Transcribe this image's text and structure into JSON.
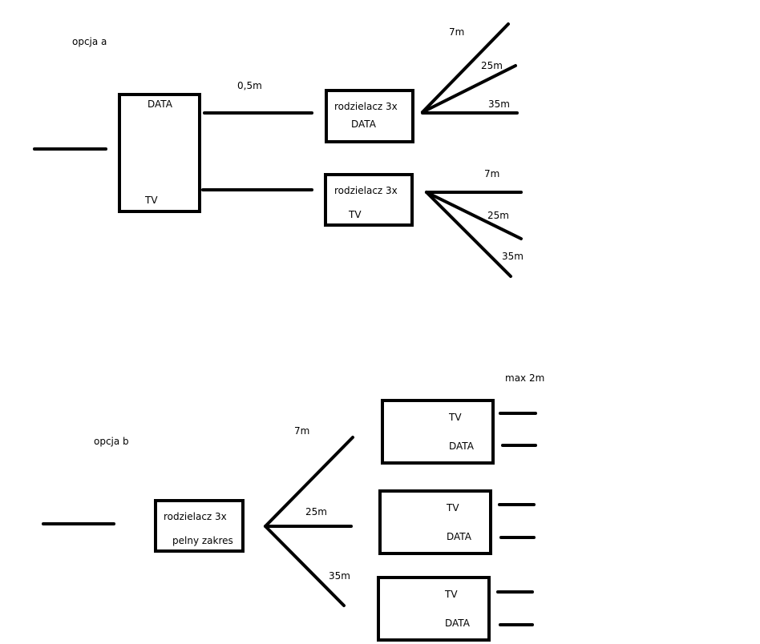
{
  "option_a": {
    "title": "opcja a",
    "main_box": {
      "top_label": "DATA",
      "bottom_label": "TV"
    },
    "link_label": "0,5m",
    "splitter_data": {
      "line1": "rodzielacz 3x",
      "line2": "DATA",
      "branches": [
        "7m",
        "25m",
        "35m"
      ]
    },
    "splitter_tv": {
      "line1": "rodzielacz 3x",
      "line2": "TV",
      "branches": [
        "7m",
        "25m",
        "35m"
      ]
    }
  },
  "option_b": {
    "title": "opcja b",
    "splitter": {
      "line1": "rodzielacz 3x",
      "line2": "pelny zakres"
    },
    "branches": [
      "7m",
      "25m",
      "35m"
    ],
    "max_label": "max 2m",
    "outlets": [
      {
        "top": "TV",
        "bottom": "DATA"
      },
      {
        "top": "TV",
        "bottom": "DATA"
      },
      {
        "top": "TV",
        "bottom": "DATA"
      }
    ]
  }
}
